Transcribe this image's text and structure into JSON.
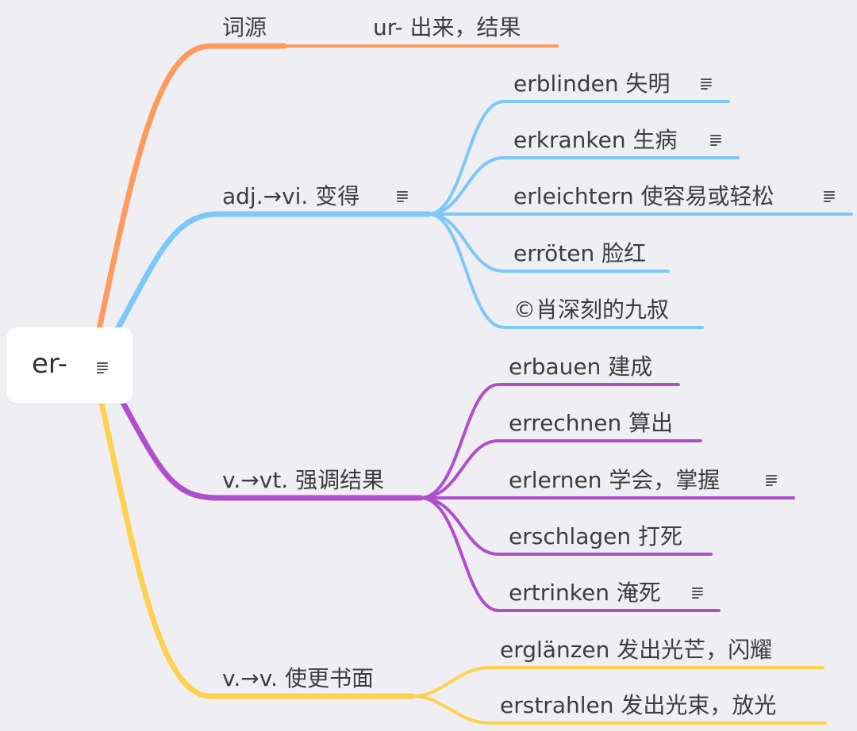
{
  "root": {
    "label": "er-",
    "note_icon": "note-icon"
  },
  "colors": {
    "origin": "#ff9a5c",
    "adj": "#7cc7fb",
    "vt": "#b04fcb",
    "v": "#ffd14f"
  },
  "branches": {
    "origin": {
      "label": "词源",
      "detail": "ur- 出来，结果"
    },
    "adj": {
      "label": "adj.→vi. 变得",
      "children": [
        "erblinden 失明",
        "erkranken 生病",
        "erleichtern 使容易或轻松",
        "erröten 脸红",
        "©肖深刻的九叔"
      ]
    },
    "vt": {
      "label": "v.→vt. 强调结果",
      "children": [
        "erbauen 建成",
        "errechnen 算出",
        "erlernen 学会，掌握",
        "erschlagen 打死",
        "ertrinken 淹死"
      ]
    },
    "v": {
      "label": "v.→v. 使更书面",
      "children": [
        "erglänzen 发出光芒，闪耀",
        "erstrahlen 发出光束，放光"
      ]
    }
  }
}
